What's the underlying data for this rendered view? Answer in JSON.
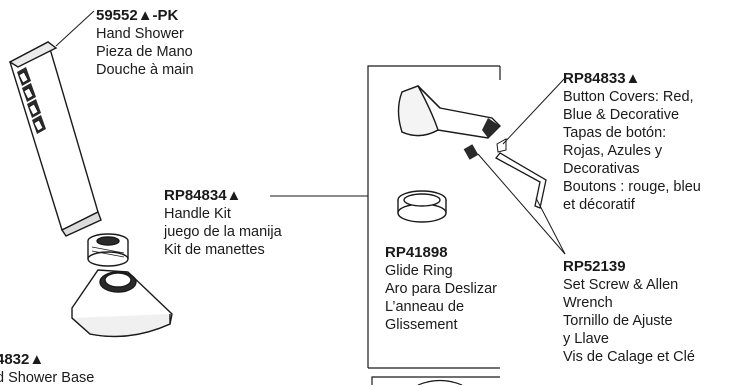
{
  "parts": {
    "hand_shower": {
      "part_number": "59552▲-PK",
      "lines": [
        "Hand Shower",
        "Pieza de Mano",
        "Douche à main"
      ]
    },
    "handle_kit": {
      "part_number": "RP84834▲",
      "lines": [
        "Handle Kit",
        "juego de la manija",
        "Kit de manettes"
      ]
    },
    "glide_ring": {
      "part_number": "RP41898",
      "lines": [
        "Glide Ring",
        "Aro para Deslizar",
        "L’anneau de",
        "Glissement"
      ]
    },
    "button_covers": {
      "part_number": "RP84833▲",
      "lines": [
        "Button Covers: Red,",
        "Blue & Decorative",
        "Tapas de botón:",
        "Rojas, Azules y",
        "Decorativas",
        "Boutons : rouge, bleu",
        "et décoratif"
      ]
    },
    "set_screw": {
      "part_number": "RP52139",
      "lines": [
        "Set Screw & Allen",
        "Wrench",
        "Tornillo de Ajuste",
        "y Llave",
        "Vis de Calage et Clé"
      ]
    },
    "hand_shower_base": {
      "part_number": "4832▲",
      "lines": [
        "d Shower Base"
      ]
    }
  }
}
